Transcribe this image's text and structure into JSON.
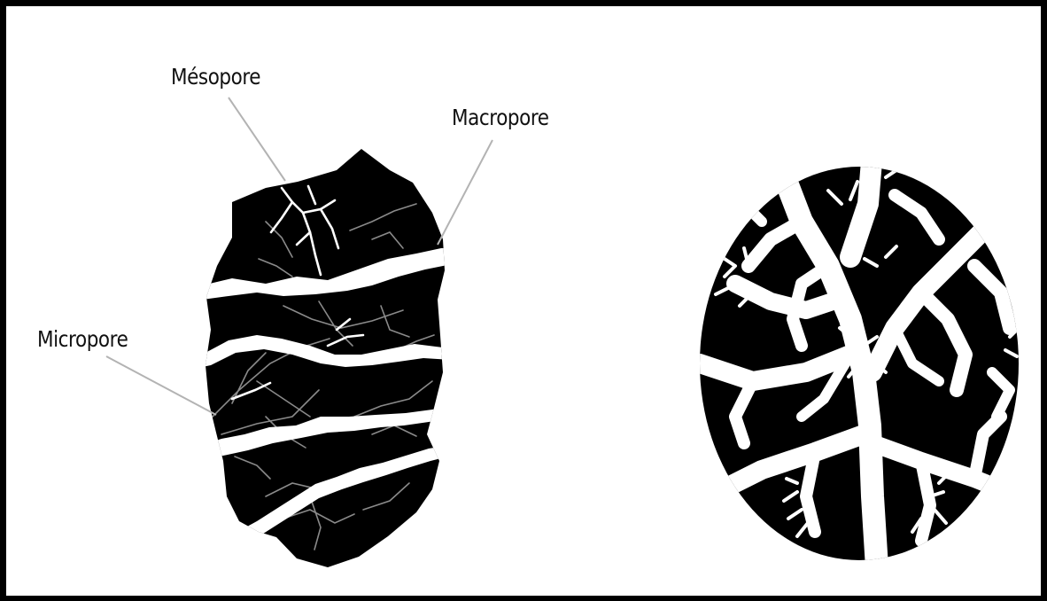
{
  "labels": {
    "mesopore": "Mésopore",
    "macropore": "Macropore",
    "micropore": "Micropore"
  },
  "colors": {
    "particle": "#000000",
    "pore": "#ffffff",
    "leader_line": "#aaaaaa",
    "micro_vein": "#8a8a8a"
  }
}
